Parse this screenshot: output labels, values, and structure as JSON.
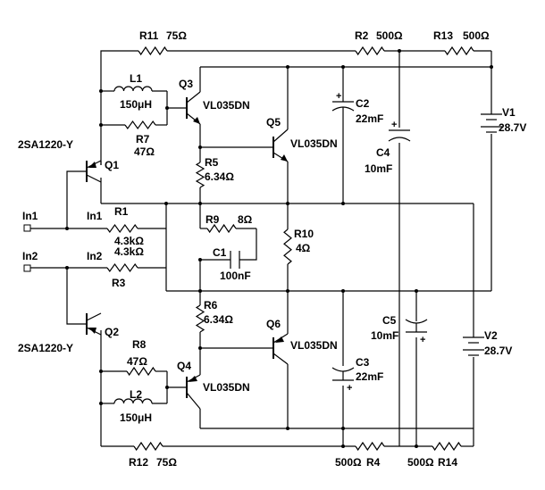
{
  "components": {
    "r11": {
      "ref": "R11",
      "value": "75Ω"
    },
    "r2": {
      "ref": "R2",
      "value": "500Ω"
    },
    "r13": {
      "ref": "R13",
      "value": "500Ω"
    },
    "l1": {
      "ref": "L1",
      "value": "150μH"
    },
    "q3": {
      "ref": "Q3",
      "part": "VL035DN"
    },
    "r7": {
      "ref": "R7",
      "value": "47Ω"
    },
    "q1": {
      "ref": "Q1",
      "part": "2SA1220-Y"
    },
    "q5": {
      "ref": "Q5",
      "part": "VL035DN"
    },
    "c2": {
      "ref": "C2",
      "value": "22mF"
    },
    "c4": {
      "ref": "C4",
      "value": "10mF"
    },
    "v1": {
      "ref": "V1",
      "value": "28.7V"
    },
    "r5": {
      "ref": "R5",
      "value": "6.34Ω"
    },
    "r1": {
      "ref": "R1",
      "value": "4.3kΩ"
    },
    "r3": {
      "ref": "R3",
      "value": "4.3kΩ"
    },
    "r9": {
      "ref": "R9",
      "value": "8Ω"
    },
    "r10": {
      "ref": "R10",
      "value": "4Ω"
    },
    "c1": {
      "ref": "C1",
      "value": "100nF"
    },
    "r6": {
      "ref": "R6",
      "value": "6.34Ω"
    },
    "q2": {
      "ref": "Q2",
      "part": "2SA1220-Y"
    },
    "q6": {
      "ref": "Q6",
      "part": "VL035DN"
    },
    "c5": {
      "ref": "C5",
      "value": "10mF"
    },
    "v2": {
      "ref": "V2",
      "value": "28.7V"
    },
    "r8": {
      "ref": "R8",
      "value": "47Ω"
    },
    "q4": {
      "ref": "Q4",
      "part": "VL035DN"
    },
    "c3": {
      "ref": "C3",
      "value": "22mF"
    },
    "l2": {
      "ref": "L2",
      "value": "150μH"
    },
    "r12": {
      "ref": "R12",
      "value": "75Ω"
    },
    "r4": {
      "ref": "R4",
      "value": "500Ω"
    },
    "r14": {
      "ref": "R14",
      "value": "500Ω"
    }
  },
  "ports": {
    "in1": {
      "label": "In1",
      "net": "In1"
    },
    "in2": {
      "label": "In2",
      "net": "In2"
    }
  },
  "polarity": {
    "plus": "+"
  }
}
